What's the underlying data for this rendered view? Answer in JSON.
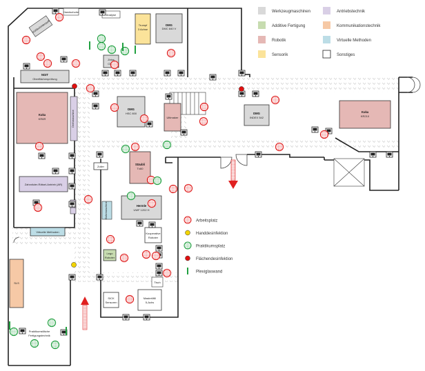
{
  "legend_categories": [
    {
      "label": "Werkzeugmaschinen",
      "color": "#d9d9d9"
    },
    {
      "label": "Antriebstechnik",
      "color": "#d9cfe6"
    },
    {
      "label": "Additive Fertigung",
      "color": "#c7dcb0"
    },
    {
      "label": "Kommunikationstechnik",
      "color": "#f6c9a6"
    },
    {
      "label": "Robotik",
      "color": "#e5b8b5"
    },
    {
      "label": "Virtuelle Methoden",
      "color": "#bcdde6"
    },
    {
      "label": "Sensorik",
      "color": "#fbe39a"
    },
    {
      "label": "Sonstiges",
      "color": "#ffffff"
    }
  ],
  "legend_markers": [
    {
      "label": "Arbeitsplatz",
      "kind": "work"
    },
    {
      "label": "Handdesinfektion",
      "kind": "hand"
    },
    {
      "label": "Praktikumsplatz",
      "kind": "practice"
    },
    {
      "label": "Flächendesinfektion",
      "kind": "surface"
    },
    {
      "label": "Plexiglaswand",
      "kind": "plexi"
    }
  ],
  "machines": {
    "kuka_left": [
      "Kuka",
      "KR6R"
    ],
    "kuka_right": [
      "Kuka",
      "KR210"
    ],
    "dmg_top": [
      "DMG",
      "DMC 840 V"
    ],
    "dmg_mid": [
      "DMG",
      "HSC 800"
    ],
    "dmg_right": [
      "DMG",
      "INDEX 542"
    ],
    "hermle": [
      "Hermle",
      "UWF 1202 H"
    ],
    "staubli": [
      "Stäubli",
      "Tx60"
    ],
    "trumpf": [
      "Trumpf",
      "3 Achse"
    ],
    "mastermill": [
      "MasterMill",
      "5-Achs"
    ],
    "zoller": [
      "Zoller"
    ],
    "ultimaker": [
      "Ultimaker"
    ],
    "ngit": [
      "NGIT",
      "Oberflächenprüfung"
    ],
    "zeiss": [
      "Zeiss",
      "CMM"
    ],
    "lego": [
      "Lego",
      "Roboter"
    ],
    "sick": [
      "SICK",
      "Sensoren"
    ],
    "dmu": [
      "DMU"
    ],
    "lathe": [
      "Zahnräder-Rätsel-Antrieb (AR)"
    ],
    "vmfm": [
      "Virtuelle Methoden"
    ],
    "tisch": [
      "Tisch"
    ],
    "koop": [
      "Kooperative",
      "Roboter"
    ],
    "drehmasch": [
      "Drehmaschine"
    ],
    "bohr": [
      "Bohrmaschine"
    ],
    "kuehl": [
      "Kühlschmierstoff"
    ],
    "analyze": [
      "Analyse"
    ],
    "sls": [
      "SLS"
    ],
    "gloves": [
      "Handschuhe"
    ],
    "prakt_area": [
      "Praktikumsfläche",
      "Fertigungstechnik"
    ]
  }
}
